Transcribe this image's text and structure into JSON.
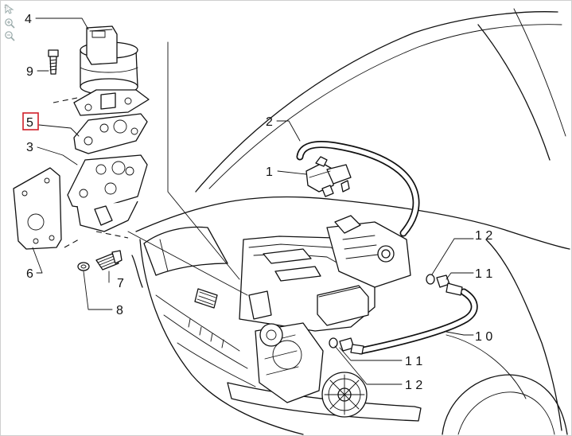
{
  "toolbar": {
    "tools": [
      {
        "name": "select-tool",
        "icon": "cursor-icon"
      },
      {
        "name": "zoom-in-tool",
        "icon": "zoom-in-icon"
      },
      {
        "name": "zoom-out-tool",
        "icon": "zoom-out-icon"
      }
    ]
  },
  "callouts": [
    {
      "key": "c4",
      "label": "4"
    },
    {
      "key": "c9",
      "label": "9"
    },
    {
      "key": "c5",
      "label": "5",
      "highlighted": true
    },
    {
      "key": "c3",
      "label": "3"
    },
    {
      "key": "c6",
      "label": "6"
    },
    {
      "key": "c7",
      "label": "7"
    },
    {
      "key": "c8",
      "label": "8"
    },
    {
      "key": "c2",
      "label": "2"
    },
    {
      "key": "c1",
      "label": "1"
    },
    {
      "key": "c12a",
      "label": "1 2"
    },
    {
      "key": "c11a",
      "label": "1 1"
    },
    {
      "key": "c10",
      "label": "1 0"
    },
    {
      "key": "c11b",
      "label": "1 1"
    },
    {
      "key": "c12b",
      "label": "1 2"
    }
  ],
  "colors": {
    "line": "#111111",
    "highlight": "#d0202a",
    "background": "#ffffff"
  }
}
